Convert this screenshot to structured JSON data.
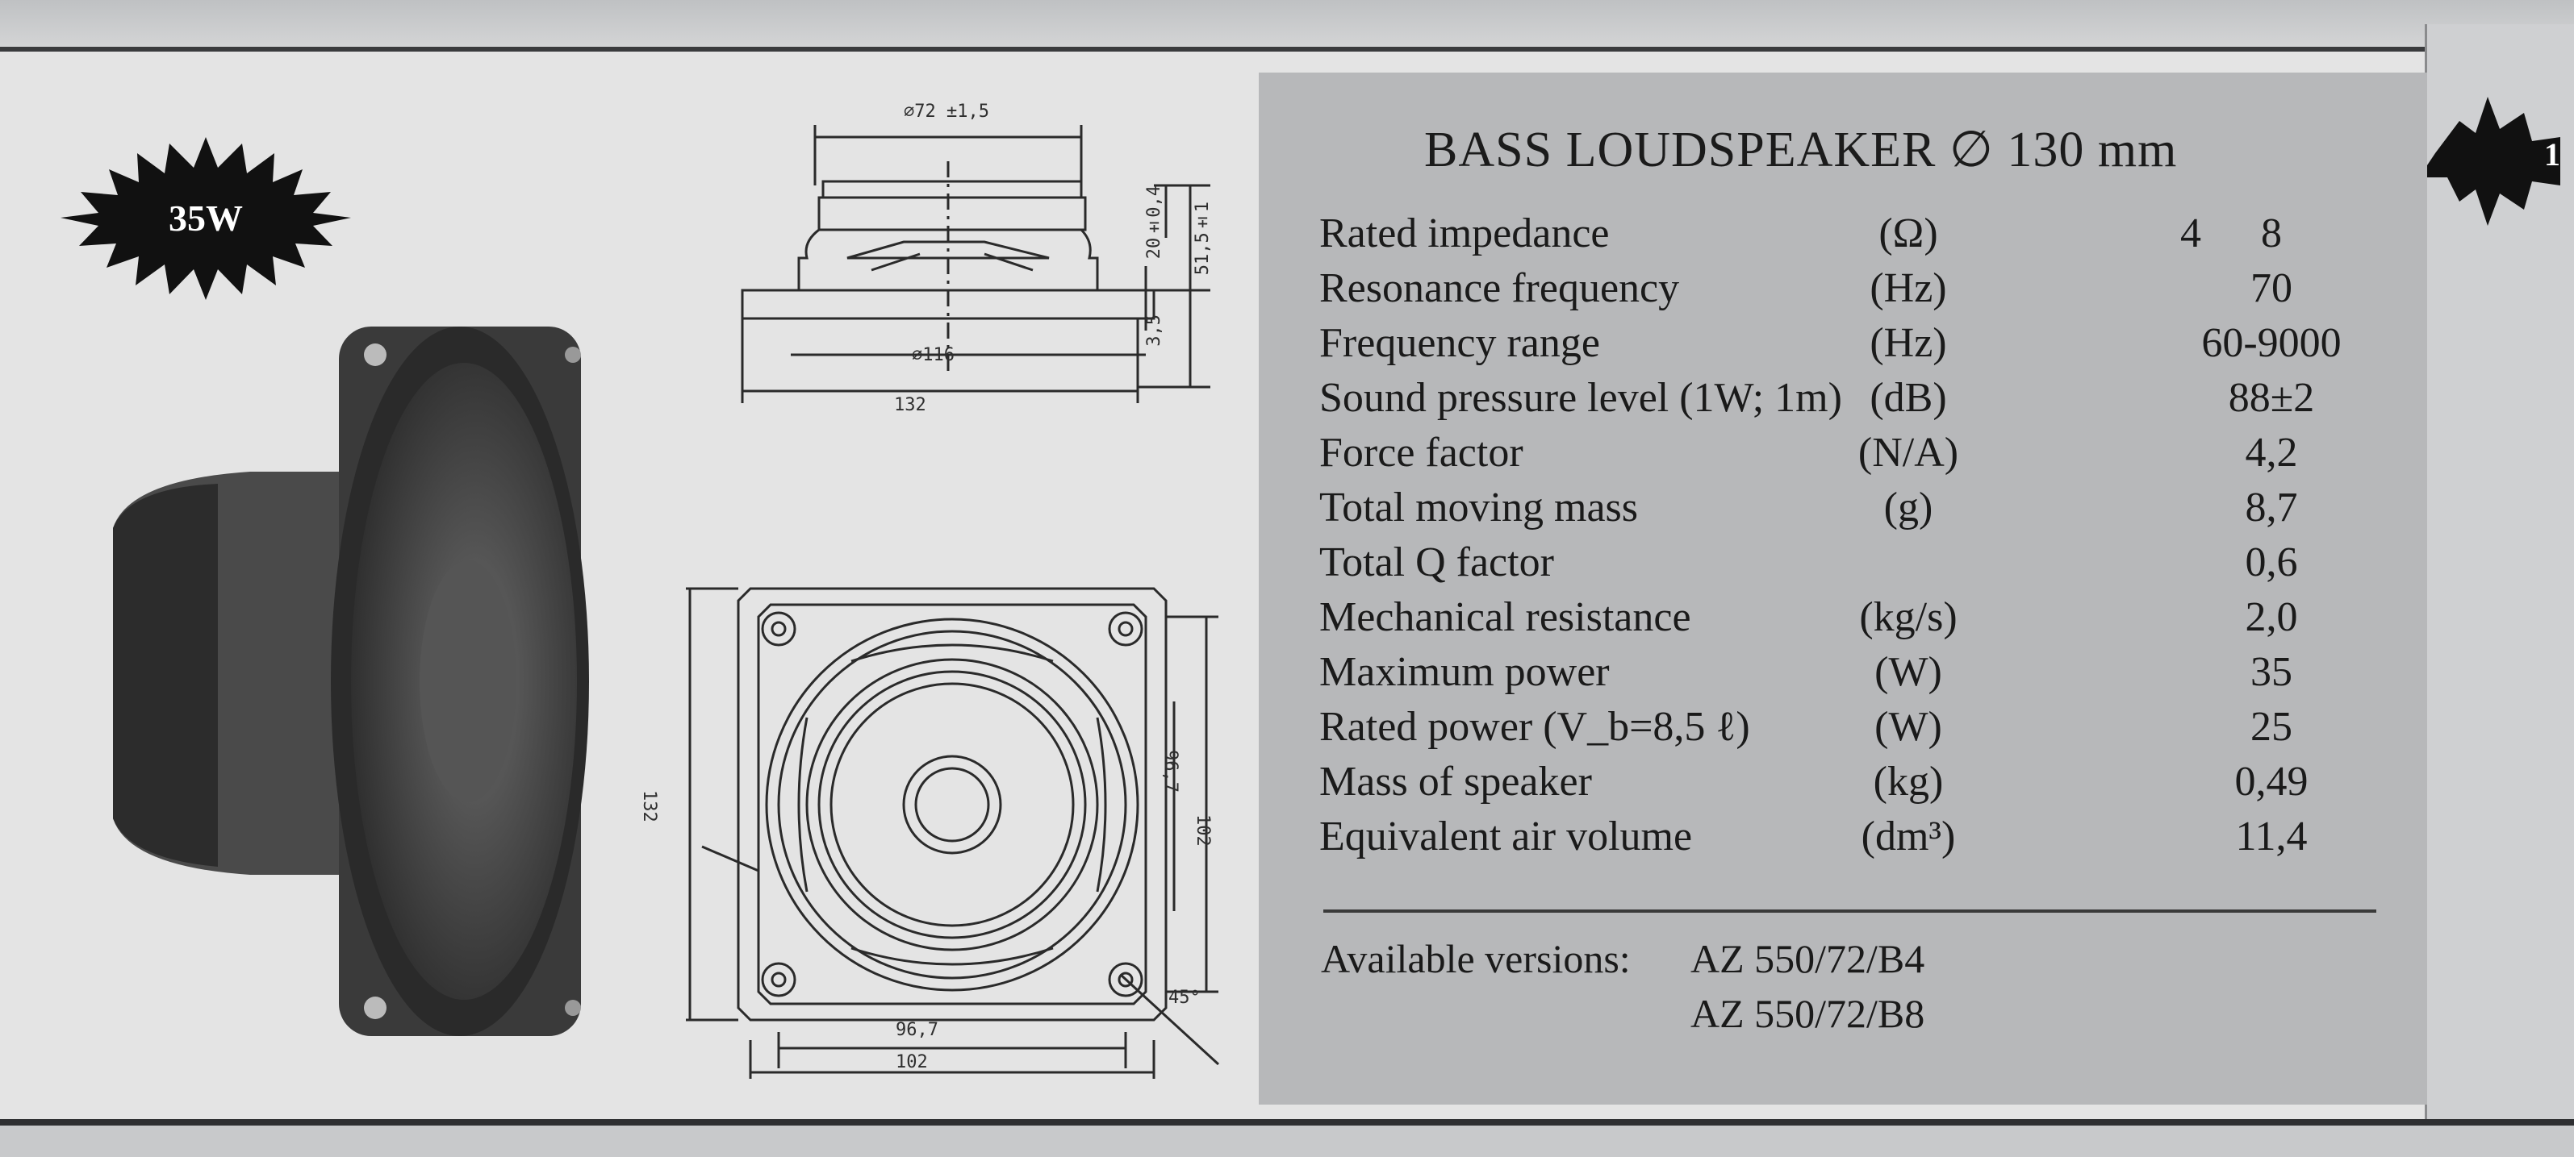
{
  "badge": {
    "text": "35W"
  },
  "title": "BASS LOUDSPEAKER ∅ 130 mm",
  "specs": {
    "impedance": {
      "name": "Rated impedance",
      "unit": "(Ω)",
      "v4": "4",
      "v8": "8"
    },
    "rows": [
      {
        "name": "Resonance frequency",
        "unit": "(Hz)",
        "value": "70"
      },
      {
        "name": "Frequency range",
        "unit": "(Hz)",
        "value": "60-9000"
      },
      {
        "name": "Sound pressure level (1W; 1m)",
        "unit": "(dB)",
        "value": "88±2"
      },
      {
        "name": "Force factor",
        "unit": "(N/A)",
        "value": "4,2"
      },
      {
        "name": "Total moving mass",
        "unit": "(g)",
        "value": "8,7"
      },
      {
        "name": "Total Q factor",
        "unit": "",
        "value": "0,6"
      },
      {
        "name": "Mechanical resistance",
        "unit": "(kg/s)",
        "value": "2,0"
      },
      {
        "name": "Maximum power",
        "unit": "(W)",
        "value": "35"
      },
      {
        "name": "Rated power (V_b=8,5 ℓ)",
        "unit": "(W)",
        "value": "25"
      },
      {
        "name": "Mass of speaker",
        "unit": "(kg)",
        "value": "0,49"
      },
      {
        "name": "Equivalent air volume",
        "unit": "(dm³)",
        "value": "11,4"
      }
    ]
  },
  "available": {
    "label": "Available versions:",
    "versions": [
      "AZ 550/72/B4",
      "AZ 550/72/B8"
    ]
  },
  "dimensions": {
    "top_width": "∅72 ±1,5",
    "total_width": "132",
    "inner_dia": "∅116",
    "height_20": "20±0,4",
    "height_total": "51,5±1",
    "height_35": "3,5",
    "front_width": "132",
    "front_hole": "96,7",
    "front_height": "102",
    "bottom_967": "96,7",
    "bottom_102": "102",
    "small_left": "132",
    "angle": "45°"
  },
  "icons": {
    "badge": "starburst-badge-icon",
    "photo": "speaker-photo-icon",
    "side_drawing": "speaker-side-drawing-icon",
    "front_drawing": "speaker-front-drawing-icon"
  }
}
